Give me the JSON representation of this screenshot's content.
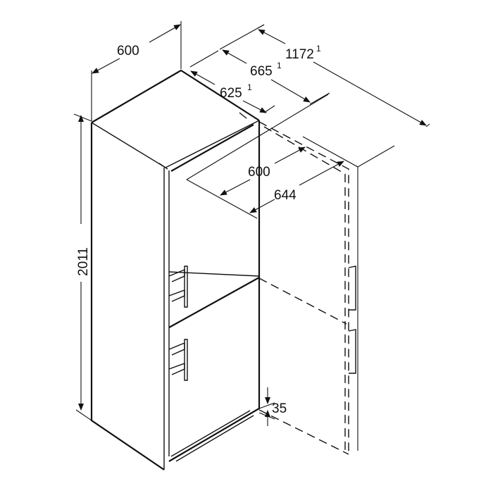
{
  "title": "Fridge-freezer dimension drawing",
  "dimensions": {
    "width_top": "600",
    "height": "2011",
    "depth_body": "625",
    "depth_with_door": "665",
    "depth_door_open": "1172",
    "footnote_marker": "1",
    "niche_width": "600",
    "width_door_open": "644",
    "plinth_height": "35"
  },
  "colors": {
    "line": "#111111",
    "background": "#ffffff"
  }
}
